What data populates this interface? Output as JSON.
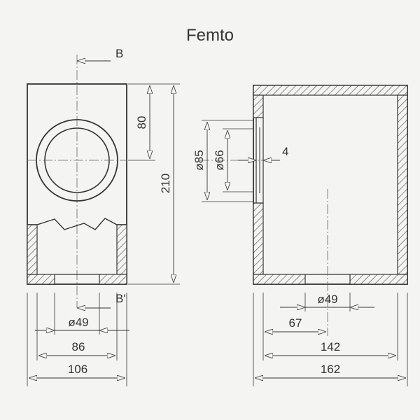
{
  "title": "Femto",
  "section_labels": {
    "top": "B",
    "bottom": "B'"
  },
  "dimensions": {
    "d80": "80",
    "d210": "210",
    "d85": "ø85",
    "d66": "ø66",
    "d4": "4",
    "d49_left": "ø49",
    "d86": "86",
    "d106": "106",
    "d49_right": "ø49",
    "d67": "67",
    "d142": "142",
    "d162": "162"
  }
}
